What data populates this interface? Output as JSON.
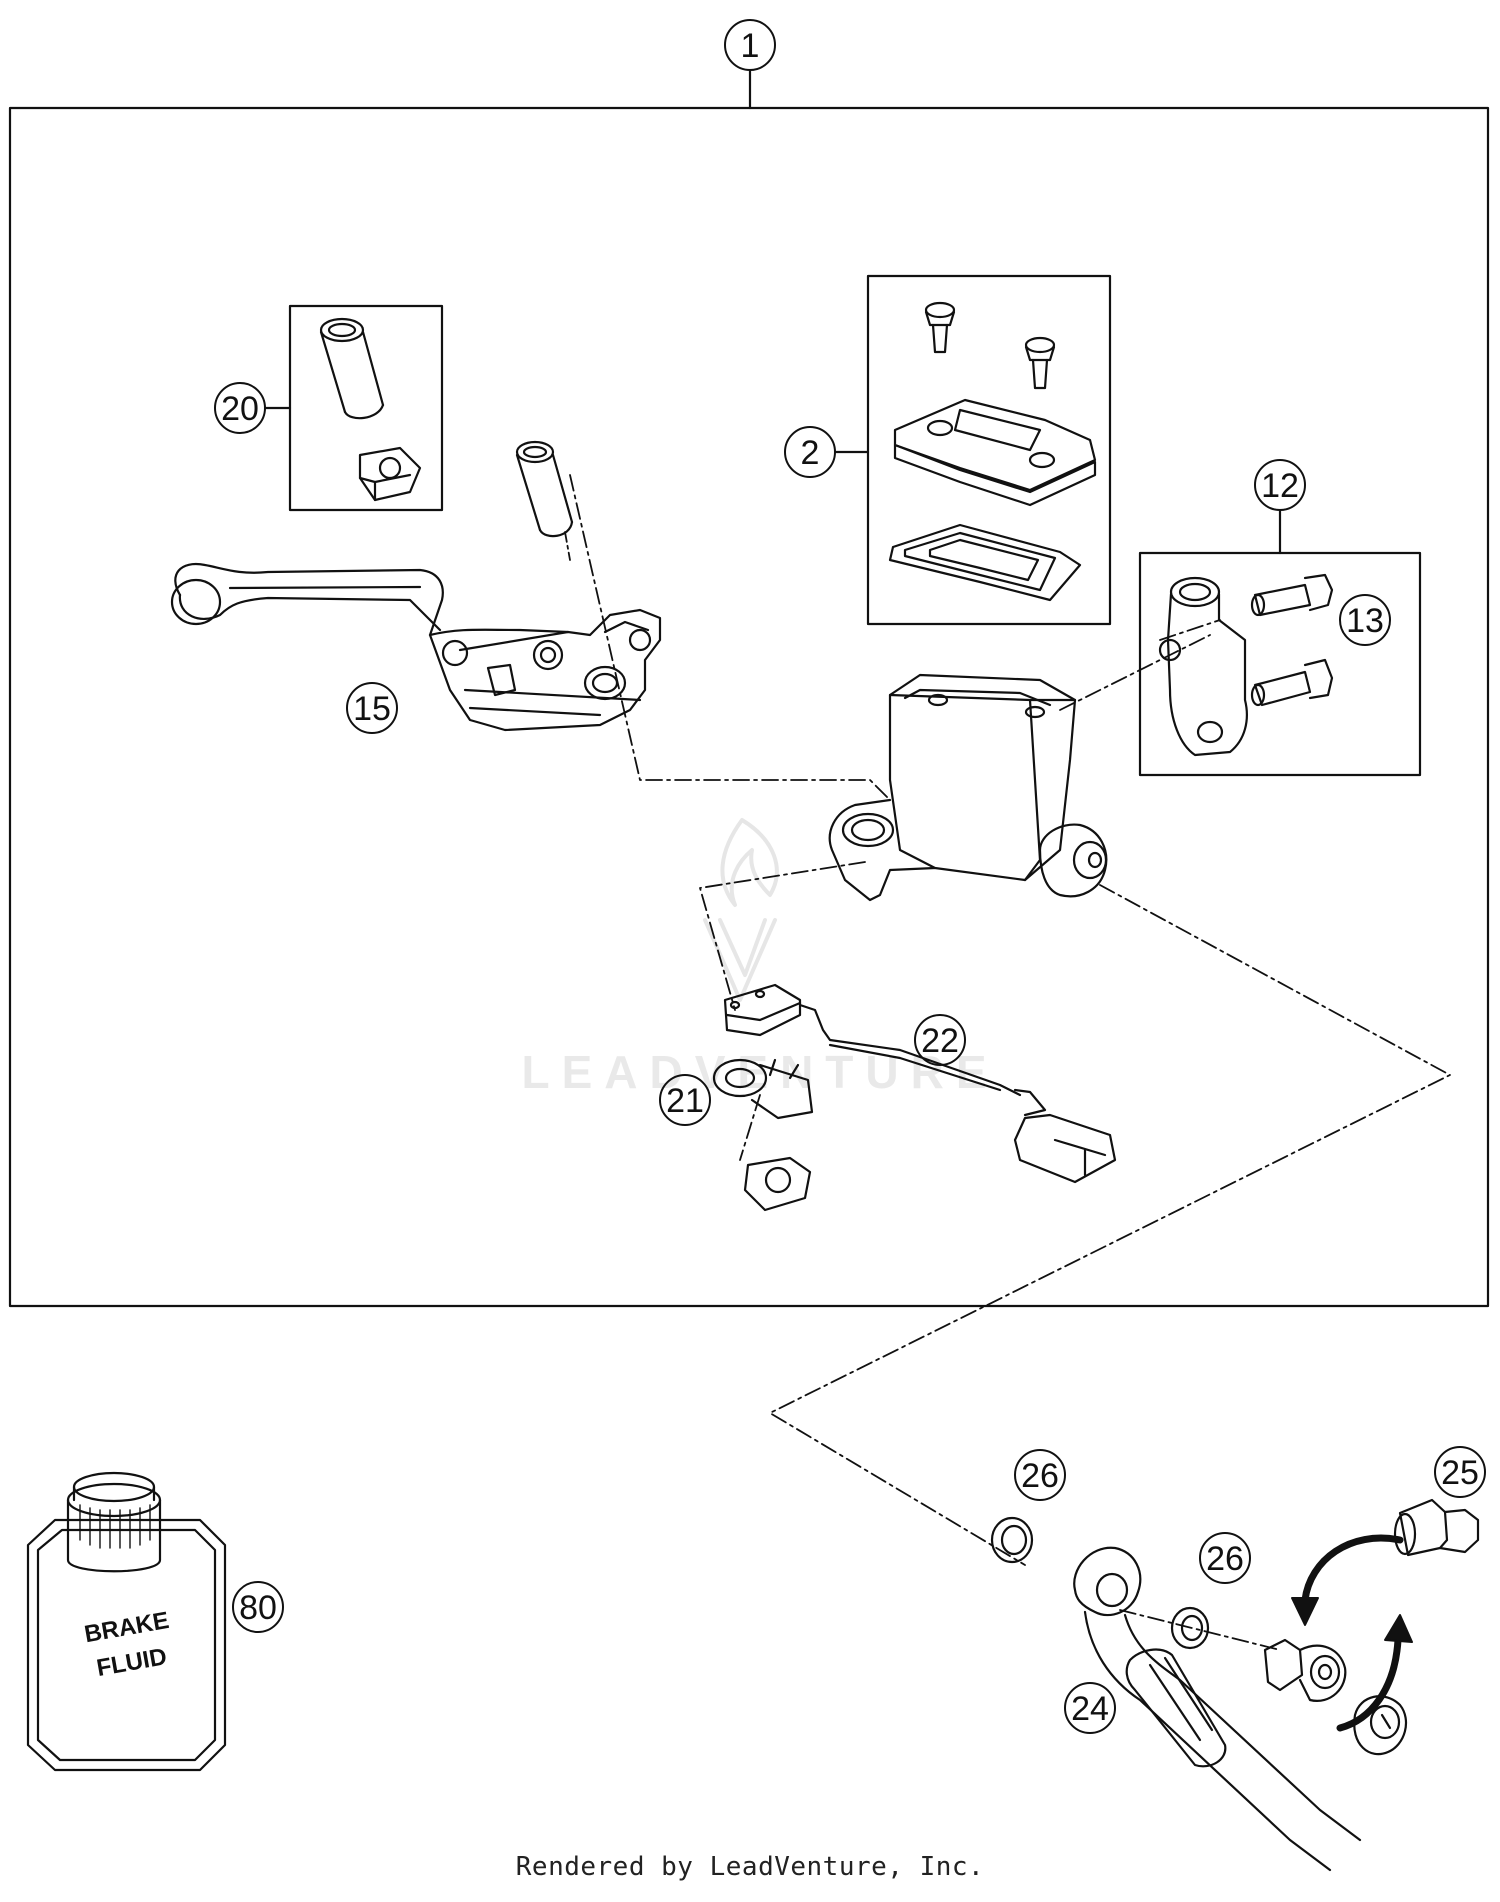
{
  "callouts": {
    "c1": "1",
    "c2": "2",
    "c12": "12",
    "c13": "13",
    "c15": "15",
    "c20": "20",
    "c21": "21",
    "c22": "22",
    "c24": "24",
    "c25": "25",
    "c26a": "26",
    "c26b": "26",
    "c80": "80"
  },
  "bottle": {
    "line1": "BRAKE",
    "line2": "FLUID"
  },
  "watermark": "LEADVENTURE",
  "footer": "Rendered by LeadVenture, Inc."
}
